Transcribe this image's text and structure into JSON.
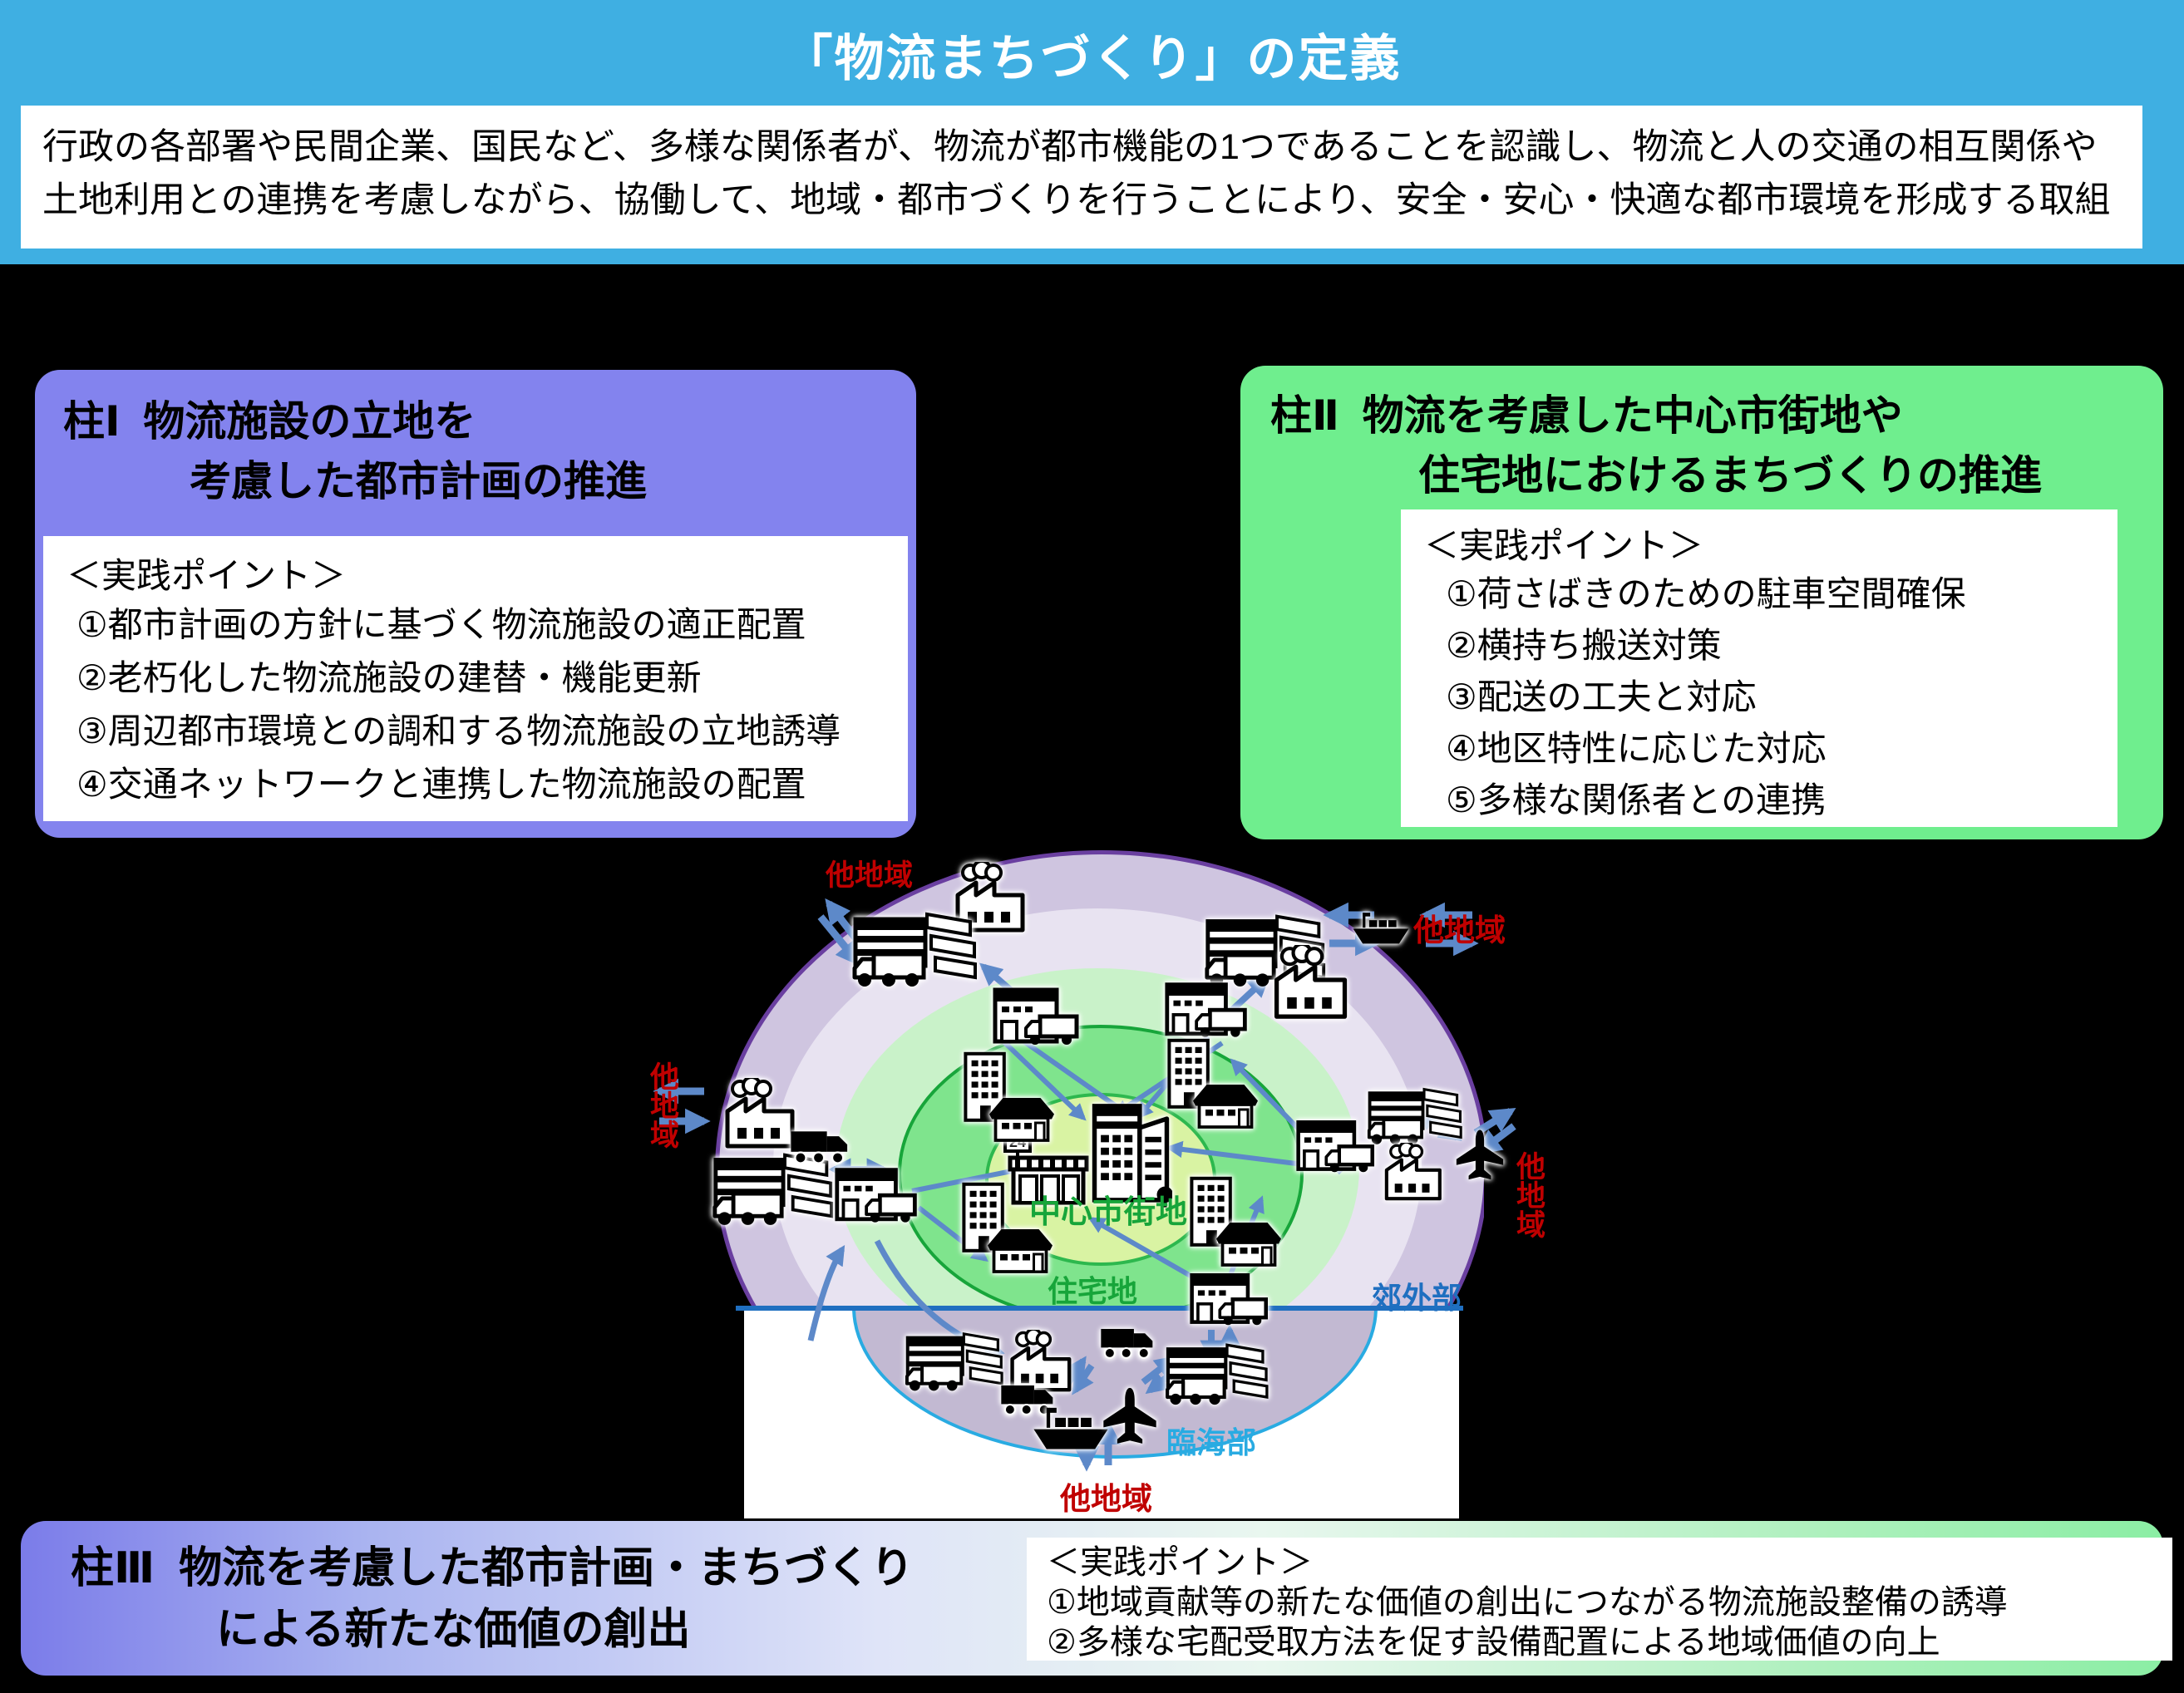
{
  "header": {
    "title": "「物流まちづくり」の定義",
    "definition_line1": "行政の各部署や民間企業、国民など、多様な関係者が、物流が都市機能の1つであることを認識し、物流と人の交通の相互関係や",
    "definition_line2": "土地利用との連携を考慮しながら、協働して、地域・都市づくりを行うことにより、安全・安心・快適な都市環境を形成する取組"
  },
  "pillar1": {
    "heading_label": "柱Ⅰ",
    "title_line1": "物流施設の立地を",
    "title_line2": "考慮した都市計画の推進",
    "points_header": "＜実践ポイント＞",
    "points": [
      "①都市計画の方針に基づく物流施設の適正配置",
      "②老朽化した物流施設の建替・機能更新",
      "③周辺都市環境との調和する物流施設の立地誘導",
      "④交通ネットワークと連携した物流施設の配置"
    ]
  },
  "pillar2": {
    "heading_label": "柱Ⅱ",
    "title_line1": "物流を考慮した中心市街地や",
    "title_line2": "住宅地におけるまちづくりの推進",
    "points_header": "＜実践ポイント＞",
    "points": [
      "①荷さばきのための駐車空間確保",
      "②横持ち搬送対策",
      "③配送の工夫と対応",
      "④地区特性に応じた対応",
      "⑤多様な関係者との連携"
    ]
  },
  "pillar3": {
    "heading_label": "柱Ⅲ",
    "title_line1": "物流を考慮した都市計画・まちづくり",
    "title_line2": "による新たな価値の創出",
    "points_header": "＜実践ポイント＞",
    "points": [
      "①地域貢献等の新たな価値の創出につながる物流施設整備の誘導",
      "②多様な宅配受取方法を促す設備配置による地域価値の向上"
    ]
  },
  "diagram": {
    "zones": {
      "center": "中心市街地",
      "residential": "住宅地",
      "suburb": "郊外部",
      "coastal": "臨海部"
    },
    "other_region_label": "他地域",
    "store_sign": "24",
    "icon_legend": {
      "factory-icon": "factory",
      "warehouse-truck-icon": "logistics facility with truck",
      "dist-center-icon": "distribution center with delivery truck",
      "small-truck-icon": "truck",
      "building-icon": "apartment building",
      "house-icon": "house",
      "store24-icon": "24h convenience store",
      "office-icon": "office buildings",
      "ship-icon": "container ship",
      "plane-icon": "airplane"
    },
    "colors": {
      "background": "#000000",
      "title_bar": "#3fafe2",
      "pillar1_fill": "#8383ee",
      "pillar2_fill": "#6fee8e",
      "suburb_outer": "#cfc5e0",
      "suburb_inner": "#e8e3f1",
      "residential_outer": "#c9f2c9",
      "residential_inner": "#7fe48d",
      "center_fill": "#d9f3a3",
      "harbor_fill": "#c2b9d2",
      "harbor_stroke": "#29abe2",
      "shore_blue": "#1f6fc0",
      "outer_border": "#6a3fa0",
      "green_border": "#17a53a",
      "arrow_blue": "#5d89c9",
      "other_region_red": "#c00000"
    }
  }
}
